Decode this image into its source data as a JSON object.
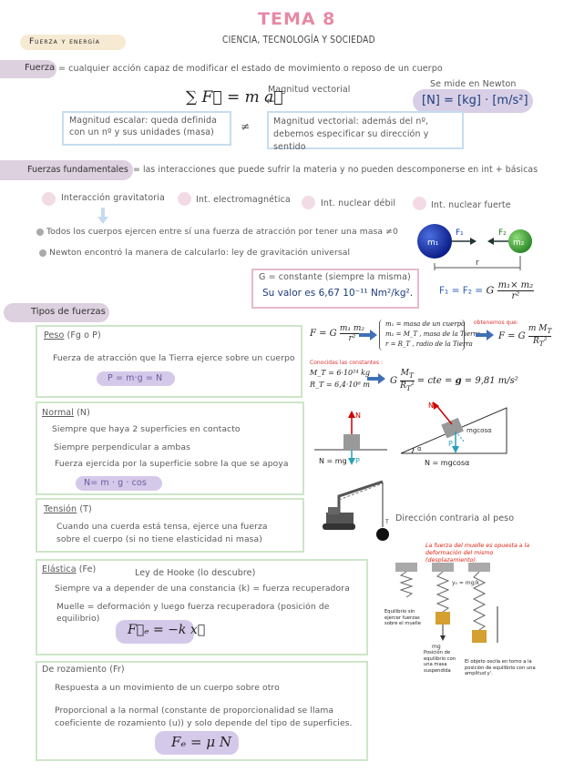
{
  "header": {
    "title": "TEMA 8",
    "subtitle": "CIENCIA, TECNOLOGÍA Y SOCIEDAD",
    "topic": "Fuerza y energía"
  },
  "fuerza": {
    "label": "Fuerza",
    "definition": "= cualquier acción capaz de modificar el estado de movimiento o reposo de un cuerpo",
    "formula": "∑ F⃗ = m a⃗",
    "vector_note": "Magnitud vectorial",
    "arrow": "←",
    "measured": "Se mide en Newton",
    "units": "[N] = [kg] · [m/s²]",
    "scalar_box": "Magnitud escalar: queda definida con un nº y sus unidades (masa)",
    "neq": "≠",
    "vector_box": "Magnitud vectorial: además del nº, debemos especificar su dirección y sentido"
  },
  "fundamentales": {
    "label": "Fuerzas fundamentales",
    "definition": "= las interacciones que puede sufrir la materia y no pueden descomponerse en int + básicas",
    "items": [
      "Interacción gravitatoria",
      "Int. electromagnética",
      "Int. nuclear débil",
      "Int. nuclear fuerte"
    ],
    "bullet1": "Todos los cuerpos ejercen entre sí una fuerza de atracción por tener una masa ≠0",
    "bullet2": "Newton encontró la manera de calcularlo: ley de gravitación universal",
    "g_const": "G = constante (siempre la misma)",
    "g_value": "Su valor es 6,67 10⁻¹¹ Nm²/kg².",
    "diagram": {
      "m1": "m₁",
      "m2": "m₂",
      "f1": "F₁",
      "f2": "F₂",
      "r": "r"
    },
    "law": "F₁ = F₂ = G · m₁× m₂ / r²"
  },
  "tipos": {
    "label": "Tipos de fuerzas",
    "peso": {
      "title": "Peso",
      "symbol": "(Fg o P)",
      "desc": "Fuerza de atracción que la Tierra ejerce sobre un cuerpo",
      "pill": "P = m·g = N",
      "f_main": "F = G m₁ m₂ / r²",
      "defs": [
        "m₁ = masa de un cuerpo",
        "m₂ = M_T , masa de la Tierra",
        "r = R_T , radio de la Tierra"
      ],
      "obtenemos": "obtenemos que:",
      "f_result": "F = G m M_T / R_T²",
      "conocidas": "Conocidas las constantes :",
      "mt": "M_T = 6·10²⁴ kg",
      "rt": "R_T = 6,4·10⁶ m",
      "g_formula": "G M_T / R_T² = cte = g = 9,81 m/s²"
    },
    "normal": {
      "title": "Normal",
      "symbol": "(N)",
      "lines": [
        "Siempre que haya 2 superficies en contacto",
        "Siempre perpendicular a ambas",
        "Fuerza ejercida por la superficie sobre la que se apoya"
      ],
      "pill": "N= m · g · cos",
      "cap1": "N = mg",
      "cap2": "N = mgcosα",
      "mgcos": "mgcosα",
      "n": "N",
      "p": "P",
      "alpha": "α"
    },
    "tension": {
      "title": "Tensión",
      "symbol": "(T)",
      "lines": [
        "Cuando una cuerda está tensa, ejerce una fuerza",
        "sobre el cuerpo (si no tiene elasticidad ni masa)"
      ],
      "note": "Dirección contraria al peso",
      "t": "T"
    },
    "elastica": {
      "title": "Elástica",
      "symbol": "(Fe)",
      "hooke": "Ley de Hooke (lo descubre)",
      "line1": "Siempre va a depender de una constancia (k) = fuerza recuperadora",
      "line2": "Muelle = deformación y luego fuerza recuperadora (posición de equilibrio)",
      "formula": "F⃗ₑ = −k x⃗",
      "red_note": "La fuerza del muelle es opuesta a la deformación del mismo (desplazamiento).",
      "cap1": "Equilibrio sin ejercer fuerzas sobre el muelle",
      "cap2": "Posición de equilibrio con una masa suspendida",
      "cap3": "El objeto oscila en torno a la posición de equilibrio con una amplitud y'.",
      "mg": "mg",
      "y0": "y₀ = mg/k"
    },
    "rozamiento": {
      "title": "De rozamiento",
      "symbol": "(Fr)",
      "line1": "Respuesta a un movimiento de un cuerpo sobre otro",
      "line2": "Proporcional a la normal (constante de proporcionalidad se llama coeficiente de rozamiento (u)) y solo depende del tipo de superficies.",
      "formula": "Fₑ = μ N"
    }
  }
}
